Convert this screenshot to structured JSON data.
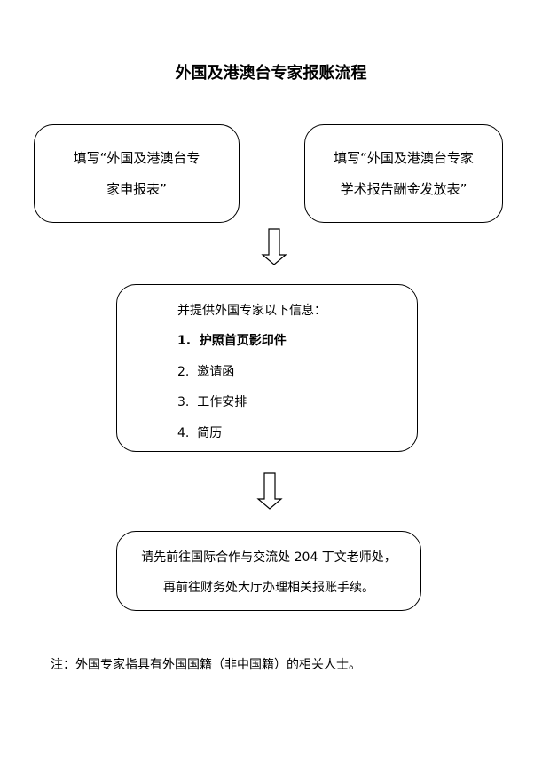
{
  "title": "外国及港澳台专家报账流程",
  "box_left": {
    "line1": "填写“外国及港澳台专",
    "line2": "家申报表”"
  },
  "box_right": {
    "line1": "填写“外国及港澳台专家",
    "line2": "学术报告酬金发放表”"
  },
  "info_box": {
    "heading": "并提供外国专家以下信息：",
    "items": [
      {
        "num": "1.",
        "text": "护照首页影印件"
      },
      {
        "num": "2.",
        "text": "邀请函"
      },
      {
        "num": "3.",
        "text": "工作安排"
      },
      {
        "num": "4.",
        "text": "简历"
      }
    ]
  },
  "final_box": {
    "line1": "请先前往国际合作与交流处 204 丁文老师处，",
    "line2": "再前往财务处大厅办理相关报账手续。"
  },
  "note": "注：外国专家指具有外国国籍（非中国籍）的相关人士。"
}
